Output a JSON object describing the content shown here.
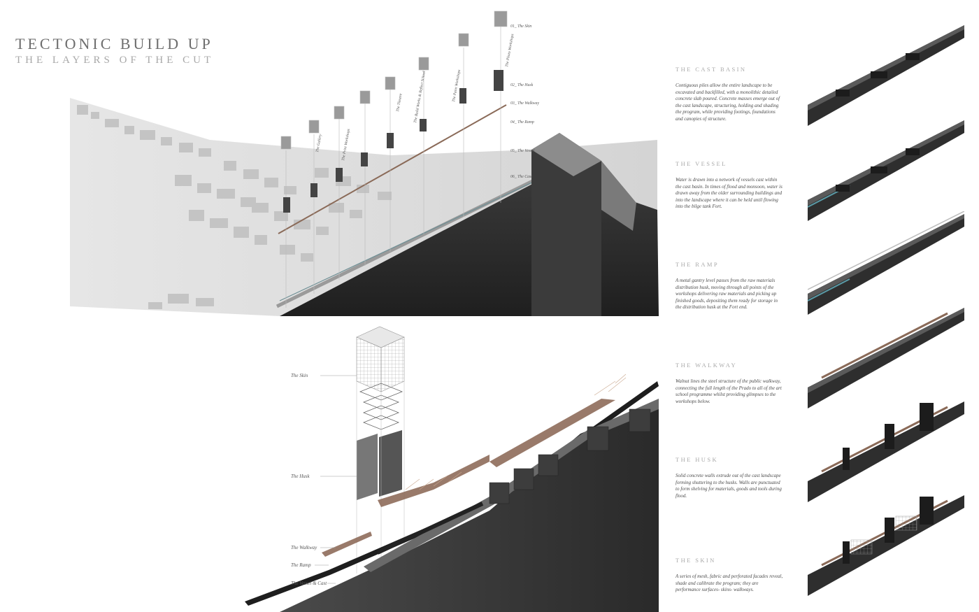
{
  "header": {
    "title": "TECTONIC BUILD UP",
    "subtitle": "THE LAYERS OF THE CUT"
  },
  "top_layer_labels": [
    "01_ The Skin",
    "02_ The Husk",
    "03_ The Walkway",
    "04_ The Ramp",
    "05_ The Vessel",
    "06_ The Cast"
  ],
  "building_labels": [
    "The Gallery",
    "The Print Workshops",
    "The Theatre",
    "The Build Works & Reflect School",
    "The Paint Workshops",
    "The Photo Workshops"
  ],
  "bottom_labels": {
    "skin": "The Skin",
    "husk": "The Husk",
    "walkway": "The Walkway",
    "ramp": "The Ramp",
    "vessel": "The Vessel & Cast"
  },
  "sections": [
    {
      "title": "THE CAST BASIN",
      "body": "Contiguous piles allow the entire landscape to be excavated and backfilled, with a monolithic detailed concrete slab poured. Concrete masses emerge out of the cast landscape, structuring, holding and shading the program, while providing footings, foundations and canopies of structure."
    },
    {
      "title": "THE VESSEL",
      "body": "Water is drawn into a network of vessels cast within the cast basin. In times of flood and monsoon, water is drawn away from the older surrounding buildings and into the landscape where it can be held until flowing into the bilge tank Fort."
    },
    {
      "title": "THE RAMP",
      "body": "A metal gantry level passes from the raw materials distribution husk, moving through all points of the workshops delivering raw materials and picking up finished goods, depositing them ready for storage in the distribution husk at the Fort end."
    },
    {
      "title": "THE WALKWAY",
      "body": "Walnut lines the steel structure of the public walkway, connecting the full length of the Prado to all of the art school programme whilst providing glimpses to the workshops below."
    },
    {
      "title": "THE HUSK",
      "body": "Solid concrete walls extrude out of the cast landscape forming shuttering to the husks. Walls are punctuated to form shelving for materials, goods and tools during flood."
    },
    {
      "title": "THE SKIN",
      "body": "A series of mesh, fabric and perforated facades reveal, shade and calibrate the program; they are performance surfaces- skins- walkways."
    }
  ],
  "colors": {
    "concrete_dark": "#2b2b2b",
    "concrete_mid": "#555555",
    "city_light": "#d9d9d9",
    "walnut": "#8a6a58",
    "water": "#5a9aa6",
    "text_grey": "#6e6e6e"
  }
}
